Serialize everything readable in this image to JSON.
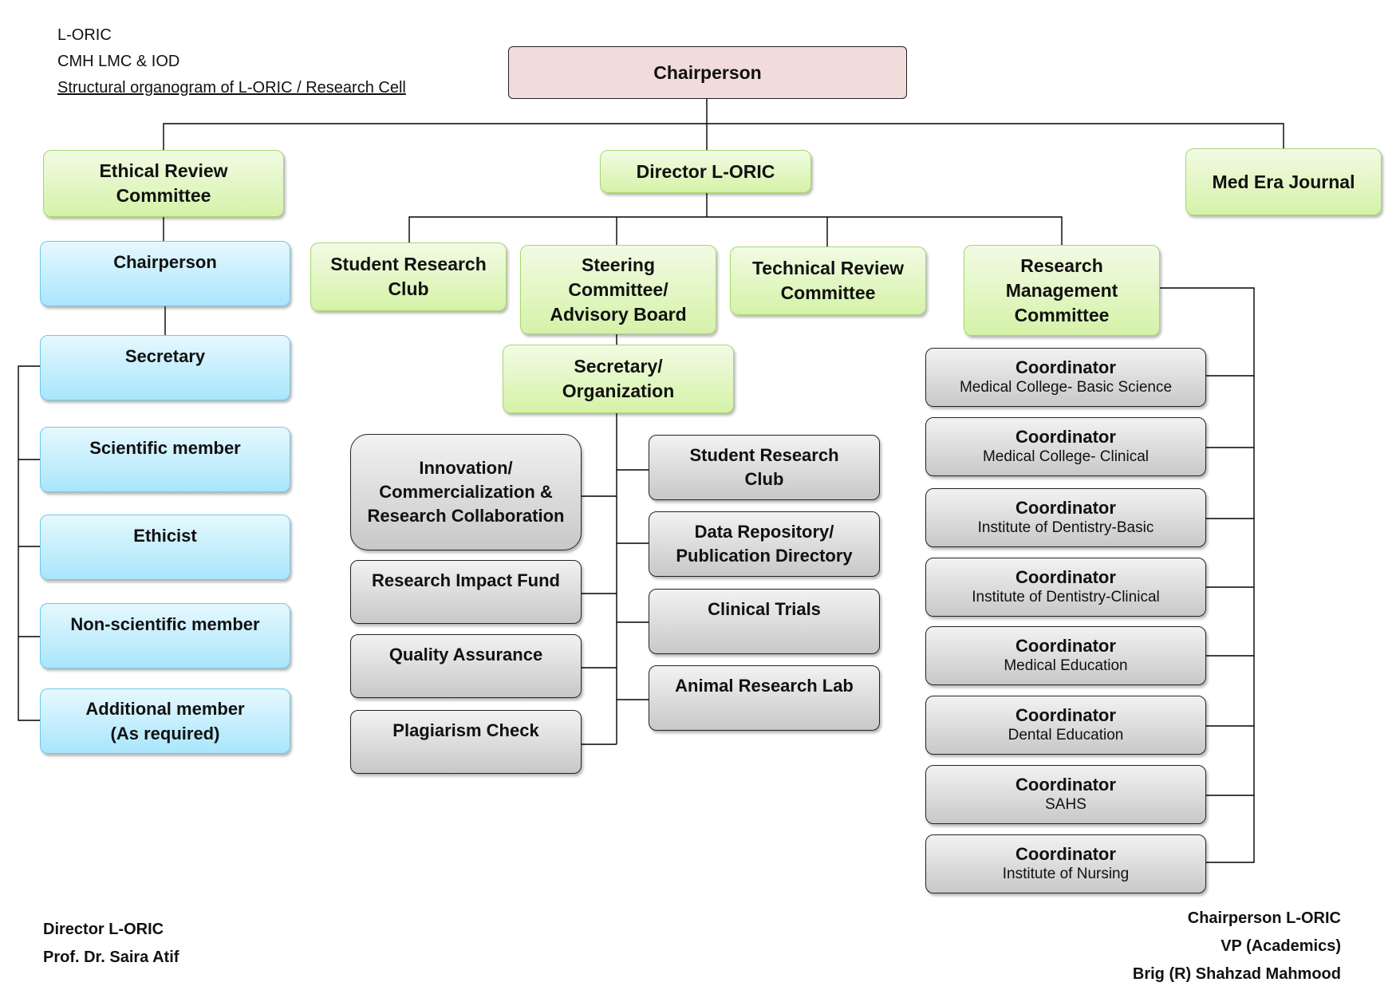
{
  "header_notes": {
    "line1": "L-ORIC",
    "line2": "CMH LMC & IOD",
    "line3": "Structural organogram of L-ORIC / Research Cell"
  },
  "top": {
    "chairperson": "Chairperson"
  },
  "level2": {
    "ethical_review": "Ethical Review Committee",
    "director": "Director L-ORIC",
    "med_era": "Med Era Journal"
  },
  "ethical_members": [
    "Chairperson",
    "Secretary",
    "Scientific member",
    "Ethicist",
    "Non-scientific member",
    "Additional member (As required)"
  ],
  "director_units": [
    "Student Research Club",
    "Steering Committee/ Advisory Board",
    "Technical Review Committee",
    "Research Management Committee"
  ],
  "secretary_org": "Secretary/ Organization",
  "left_units": [
    "Innovation/ Commercialization & Research Collaboration",
    "Research Impact Fund",
    "Quality Assurance",
    "Plagiarism Check"
  ],
  "right_units": [
    "Student Research Club",
    "Data Repository/ Publication Directory",
    "Clinical Trials",
    "Animal Research Lab"
  ],
  "coordinators": [
    {
      "title": "Coordinator",
      "sub": "Medical College- Basic Science"
    },
    {
      "title": "Coordinator",
      "sub": "Medical College- Clinical"
    },
    {
      "title": "Coordinator",
      "sub": "Institute of Dentistry-Basic"
    },
    {
      "title": "Coordinator",
      "sub": "Institute of Dentistry-Clinical"
    },
    {
      "title": "Coordinator",
      "sub": "Medical Education"
    },
    {
      "title": "Coordinator",
      "sub": "Dental Education"
    },
    {
      "title": "Coordinator",
      "sub": "SAHS"
    },
    {
      "title": "Coordinator",
      "sub": "Institute of Nursing"
    }
  ],
  "footer_left": {
    "line1": "Director L-ORIC",
    "line2": "Prof. Dr. Saira Atif"
  },
  "footer_right": {
    "line1": "Chairperson L-ORIC",
    "line2": "VP (Academics)",
    "line3": "Brig (R) Shahzad Mahmood"
  },
  "colors": {
    "top_fill": "#f2dcdb",
    "committee_fill": "#d5f2a8",
    "ethics_member_fill": "#a9e6fb",
    "unit_fill": "#c8c8c8"
  }
}
